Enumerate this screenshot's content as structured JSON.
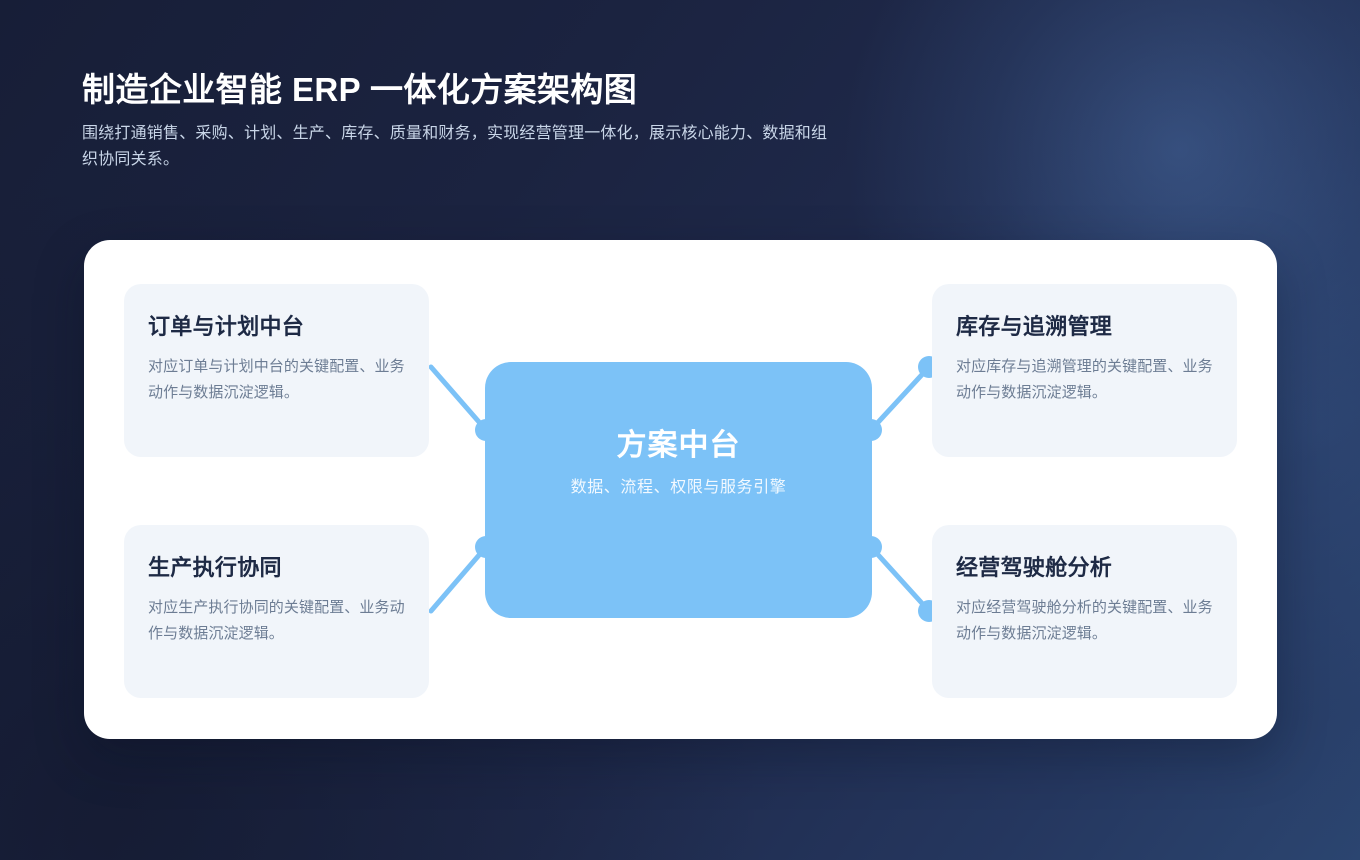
{
  "header": {
    "title": "制造企业智能 ERP 一体化方案架构图",
    "subtitle": "围绕打通销售、采购、计划、生产、库存、质量和财务，实现经营管理一体化，展示核心能力、数据和组织协同关系。"
  },
  "hub": {
    "title": "方案中台",
    "subtitle": "数据、流程、权限与服务引擎"
  },
  "cards": [
    {
      "position": "top-left",
      "title": "订单与计划中台",
      "desc": "对应订单与计划中台的关键配置、业务动作与数据沉淀逻辑。"
    },
    {
      "position": "top-right",
      "title": "库存与追溯管理",
      "desc": "对应库存与追溯管理的关键配置、业务动作与数据沉淀逻辑。"
    },
    {
      "position": "bottom-left",
      "title": "生产执行协同",
      "desc": "对应生产执行协同的关键配置、业务动作与数据沉淀逻辑。"
    },
    {
      "position": "bottom-right",
      "title": "经营驾驶舱分析",
      "desc": "对应经营驾驶舱分析的关键配置、业务动作与数据沉淀逻辑。"
    }
  ],
  "colors": {
    "background_dark": "#1b2340",
    "background_glow": "#2b4570",
    "panel": "#ffffff",
    "card_fill": "#f1f5fa",
    "card_title": "#1e2a45",
    "card_text": "#6d7d94",
    "hub_fill": "#7cc2f7",
    "connector": "#7cc2f7",
    "title_text": "#ffffff",
    "subtitle_text": "#c9d6e8"
  }
}
